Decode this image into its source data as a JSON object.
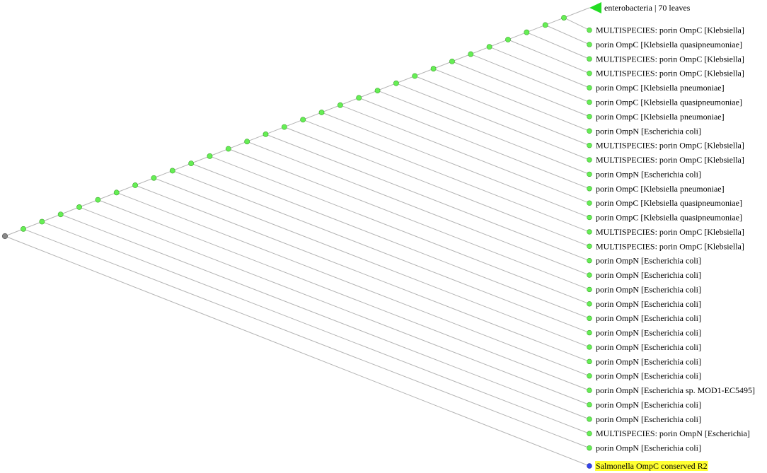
{
  "tree": {
    "collapsed_clade": {
      "label": "enterobacteria | 70 leaves"
    },
    "leaves": [
      "MULTISPECIES: porin OmpC [Klebsiella]",
      "porin OmpC [Klebsiella quasipneumoniae]",
      "MULTISPECIES: porin OmpC [Klebsiella]",
      "MULTISPECIES: porin OmpC [Klebsiella]",
      "porin OmpC [Klebsiella pneumoniae]",
      "porin OmpC [Klebsiella quasipneumoniae]",
      "porin OmpC [Klebsiella pneumoniae]",
      "porin OmpN [Escherichia coli]",
      "MULTISPECIES: porin OmpC [Klebsiella]",
      "MULTISPECIES: porin OmpC [Klebsiella]",
      "porin OmpN [Escherichia coli]",
      "porin OmpC [Klebsiella pneumoniae]",
      "porin OmpC [Klebsiella quasipneumoniae]",
      "porin OmpC [Klebsiella quasipneumoniae]",
      "MULTISPECIES: porin OmpC [Klebsiella]",
      "MULTISPECIES: porin OmpC [Klebsiella]",
      "porin OmpN [Escherichia coli]",
      "porin OmpN [Escherichia coli]",
      "porin OmpN [Escherichia coli]",
      "porin OmpN [Escherichia coli]",
      "porin OmpN [Escherichia coli]",
      "porin OmpN [Escherichia coli]",
      "porin OmpN [Escherichia coli]",
      "porin OmpN [Escherichia coli]",
      "porin OmpN [Escherichia coli]",
      "porin OmpN [Escherichia sp. MOD1-EC5495]",
      "porin OmpN [Escherichia coli]",
      "porin OmpN [Escherichia coli]",
      "MULTISPECIES: porin OmpN [Escherichia]",
      "porin OmpN [Escherichia coli]"
    ],
    "query_leaf": {
      "label": "Salmonella OmpC conserved R2",
      "highlight_color": "#ffff33"
    }
  },
  "colors": {
    "branch": "#b4b4b4",
    "node": "#66ee55",
    "clade_triangle": "#22dd22",
    "root_node": "#888888",
    "query_node": "#3344ee"
  }
}
